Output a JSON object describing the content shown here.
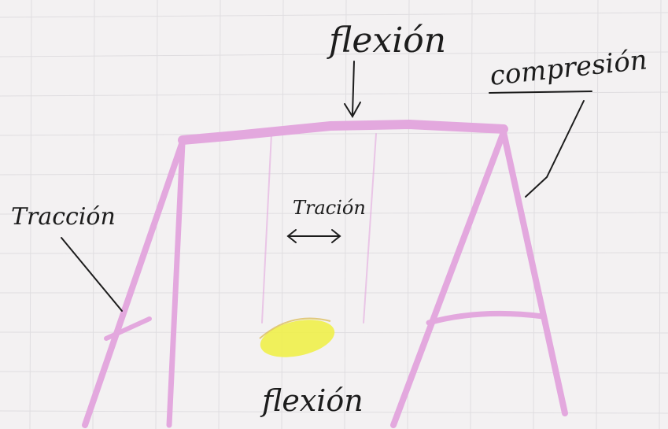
{
  "labels": {
    "flexion_top": "flexión",
    "compression": "compresión",
    "traction_left": "Tracción",
    "traction_center": "Tración",
    "flexion_bottom": "flexión"
  },
  "colors": {
    "paper": "#f3f1f2",
    "grid": "#c8c6cb",
    "frame": "#e3a8de",
    "ink": "#1c1c1c",
    "seat": "#f0f04a"
  }
}
